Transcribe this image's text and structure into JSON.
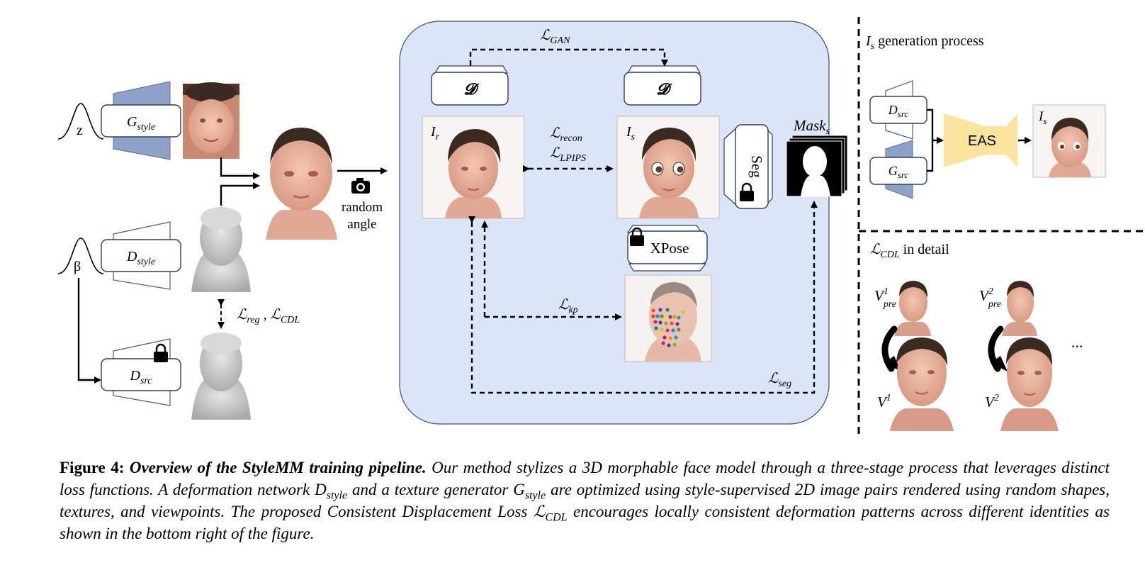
{
  "left": {
    "z_symbol": "z",
    "beta_symbol": "β",
    "g_style_label": {
      "main": "G",
      "sub": "style"
    },
    "d_style_label": {
      "main": "D",
      "sub": "style"
    },
    "d_src_label": {
      "main": "D",
      "sub": "src"
    },
    "loss_reg_cdl": {
      "l1": "ℒ",
      "s1": "reg",
      "sep": " , ",
      "l2": "ℒ",
      "s2": "CDL"
    },
    "camera_caption": [
      "random",
      "angle"
    ]
  },
  "middle": {
    "loss_gan": {
      "main": "ℒ",
      "sub": "GAN"
    },
    "disc_label": "𝓓",
    "ir_label": {
      "main": "I",
      "sub": "r"
    },
    "is_label": {
      "main": "I",
      "sub": "s"
    },
    "loss_recon": {
      "main": "ℒ",
      "sub": "recon"
    },
    "loss_lpips": {
      "main": "ℒ",
      "sub": "LPIPS"
    },
    "seg_label": "Seg",
    "mask_label": {
      "main": "Mask",
      "sub": "s"
    },
    "xpose_label": "XPose",
    "loss_kp": {
      "main": "ℒ",
      "sub": "kp"
    },
    "loss_seg": {
      "main": "ℒ",
      "sub": "seg"
    }
  },
  "right_top": {
    "heading": {
      "main": "I",
      "sub": "s",
      "text": " generation process"
    },
    "d_src_label": {
      "main": "D",
      "sub": "src"
    },
    "g_src_label": {
      "main": "G",
      "sub": "src"
    },
    "eas_label": "EAS",
    "output_label": {
      "main": "I",
      "sub": "s"
    }
  },
  "right_bottom": {
    "heading": {
      "main": "ℒ",
      "sub": "CDL",
      "text": " in detail"
    },
    "v1_pre": {
      "main": "V",
      "sup": "1",
      "sub": "pre"
    },
    "v2_pre": {
      "main": "V",
      "sup": "2",
      "sub": "pre"
    },
    "v1": {
      "main": "V",
      "sup": "1"
    },
    "v2": {
      "main": "V",
      "sup": "2"
    },
    "ellipsis": "..."
  },
  "caption": {
    "figure_label": "Figure 4:",
    "title": "Overview of the StyleMM training pipeline.",
    "t1": "Our method stylizes a 3D morphable face model through a three-stage process that leverages distinct loss functions. A deformation network ",
    "t1_main": "D",
    "t1_sub": "style",
    "t2": " and a texture generator ",
    "t2_main": "G",
    "t2_sub": "style",
    "t3": " are optimized using style-supervised 2D image pairs rendered using random shapes, textures, and viewpoints. The proposed Consistent Displacement Loss ",
    "t3_main": "ℒ",
    "t3_sub": "CDL",
    "t4": " encourages locally consistent deformation patterns across different identities as shown in the bottom right of the figure."
  },
  "colors": {
    "panel_fill": "#dbe5f6",
    "network_fill": "#8da2c6",
    "eas_fill": "#fbe49d",
    "mask_bg": "#000000",
    "skin": "#e7b39c",
    "hair": "#3b2a22",
    "mesh_gray": "#c9c9c9"
  }
}
